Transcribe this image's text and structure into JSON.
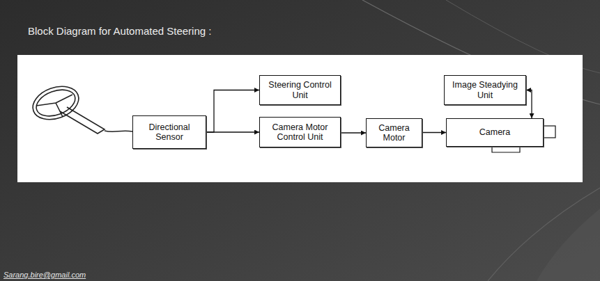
{
  "diagram": {
    "title": "Block Diagram for Automated Steering :",
    "nodes": [
      {
        "text": [
          "Directional Sensor"
        ]
      },
      {
        "text": [
          "Steering Control Unit"
        ]
      },
      {
        "text": [
          "Image Steadying Unit"
        ]
      },
      {
        "text": [
          "Camera Motor Control Unit"
        ]
      },
      {
        "text": [
          "Camera Motor"
        ]
      },
      {
        "text": [
          "Camera"
        ]
      }
    ],
    "edges": [
      {
        "from": 0,
        "to": 1,
        "arrow": "to"
      },
      {
        "from": 0,
        "to": 3,
        "arrow": "to"
      },
      {
        "from": 3,
        "to": 4,
        "arrow": "to"
      },
      {
        "from": 4,
        "to": 5,
        "arrow": "to"
      },
      {
        "from": 2,
        "to": 5,
        "arrow": "both"
      }
    ],
    "labels": [
      "Sarang.bire@gmail.com"
    ]
  }
}
